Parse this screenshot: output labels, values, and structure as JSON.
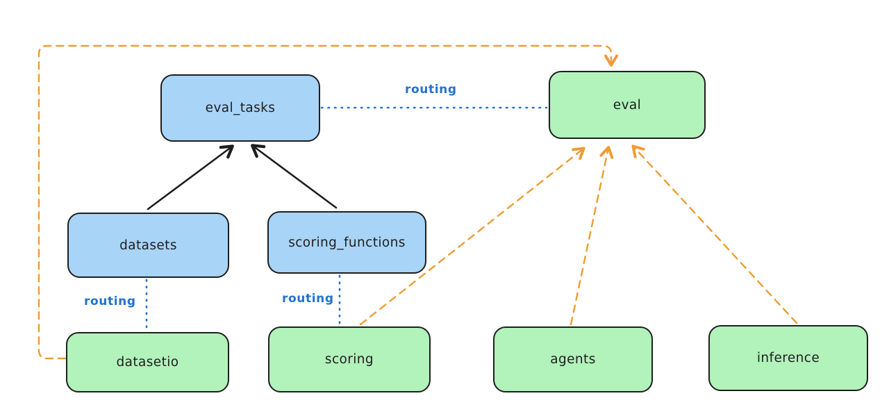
{
  "diagram": {
    "nodes": {
      "eval_tasks": {
        "label": "eval_tasks",
        "group": "blue"
      },
      "eval": {
        "label": "eval",
        "group": "green"
      },
      "datasets": {
        "label": "datasets",
        "group": "blue"
      },
      "scoring_functions": {
        "label": "scoring_functions",
        "group": "blue"
      },
      "datasetio": {
        "label": "datasetio",
        "group": "green"
      },
      "scoring": {
        "label": "scoring",
        "group": "green"
      },
      "agents": {
        "label": "agents",
        "group": "green"
      },
      "inference": {
        "label": "inference",
        "group": "green"
      }
    },
    "edges": [
      {
        "from": "datasets",
        "to": "eval_tasks",
        "style": "solid-arrow",
        "color": "black"
      },
      {
        "from": "scoring_functions",
        "to": "eval_tasks",
        "style": "solid-arrow",
        "color": "black"
      },
      {
        "from": "eval_tasks",
        "to": "eval",
        "style": "dotted",
        "color": "blue",
        "label": "routing"
      },
      {
        "from": "datasets",
        "to": "datasetio",
        "style": "dotted",
        "color": "blue",
        "label": "routing"
      },
      {
        "from": "scoring_functions",
        "to": "scoring",
        "style": "dotted",
        "color": "blue",
        "label": "routing"
      },
      {
        "from": "scoring",
        "to": "eval",
        "style": "dashed-arrow",
        "color": "orange"
      },
      {
        "from": "agents",
        "to": "eval",
        "style": "dashed-arrow",
        "color": "orange"
      },
      {
        "from": "inference",
        "to": "eval",
        "style": "dashed-arrow",
        "color": "orange"
      },
      {
        "from": "datasetio",
        "to": "eval",
        "style": "dashed-arrow",
        "color": "orange",
        "route": "around-left-top"
      }
    ],
    "colors": {
      "background": "#ffffff",
      "stroke": "#1e1e1e",
      "blue_fill": "#a8d4f7",
      "green_fill": "#b2f2bb",
      "routing_blue": "#2272cc",
      "orange": "#ef9b33"
    }
  }
}
